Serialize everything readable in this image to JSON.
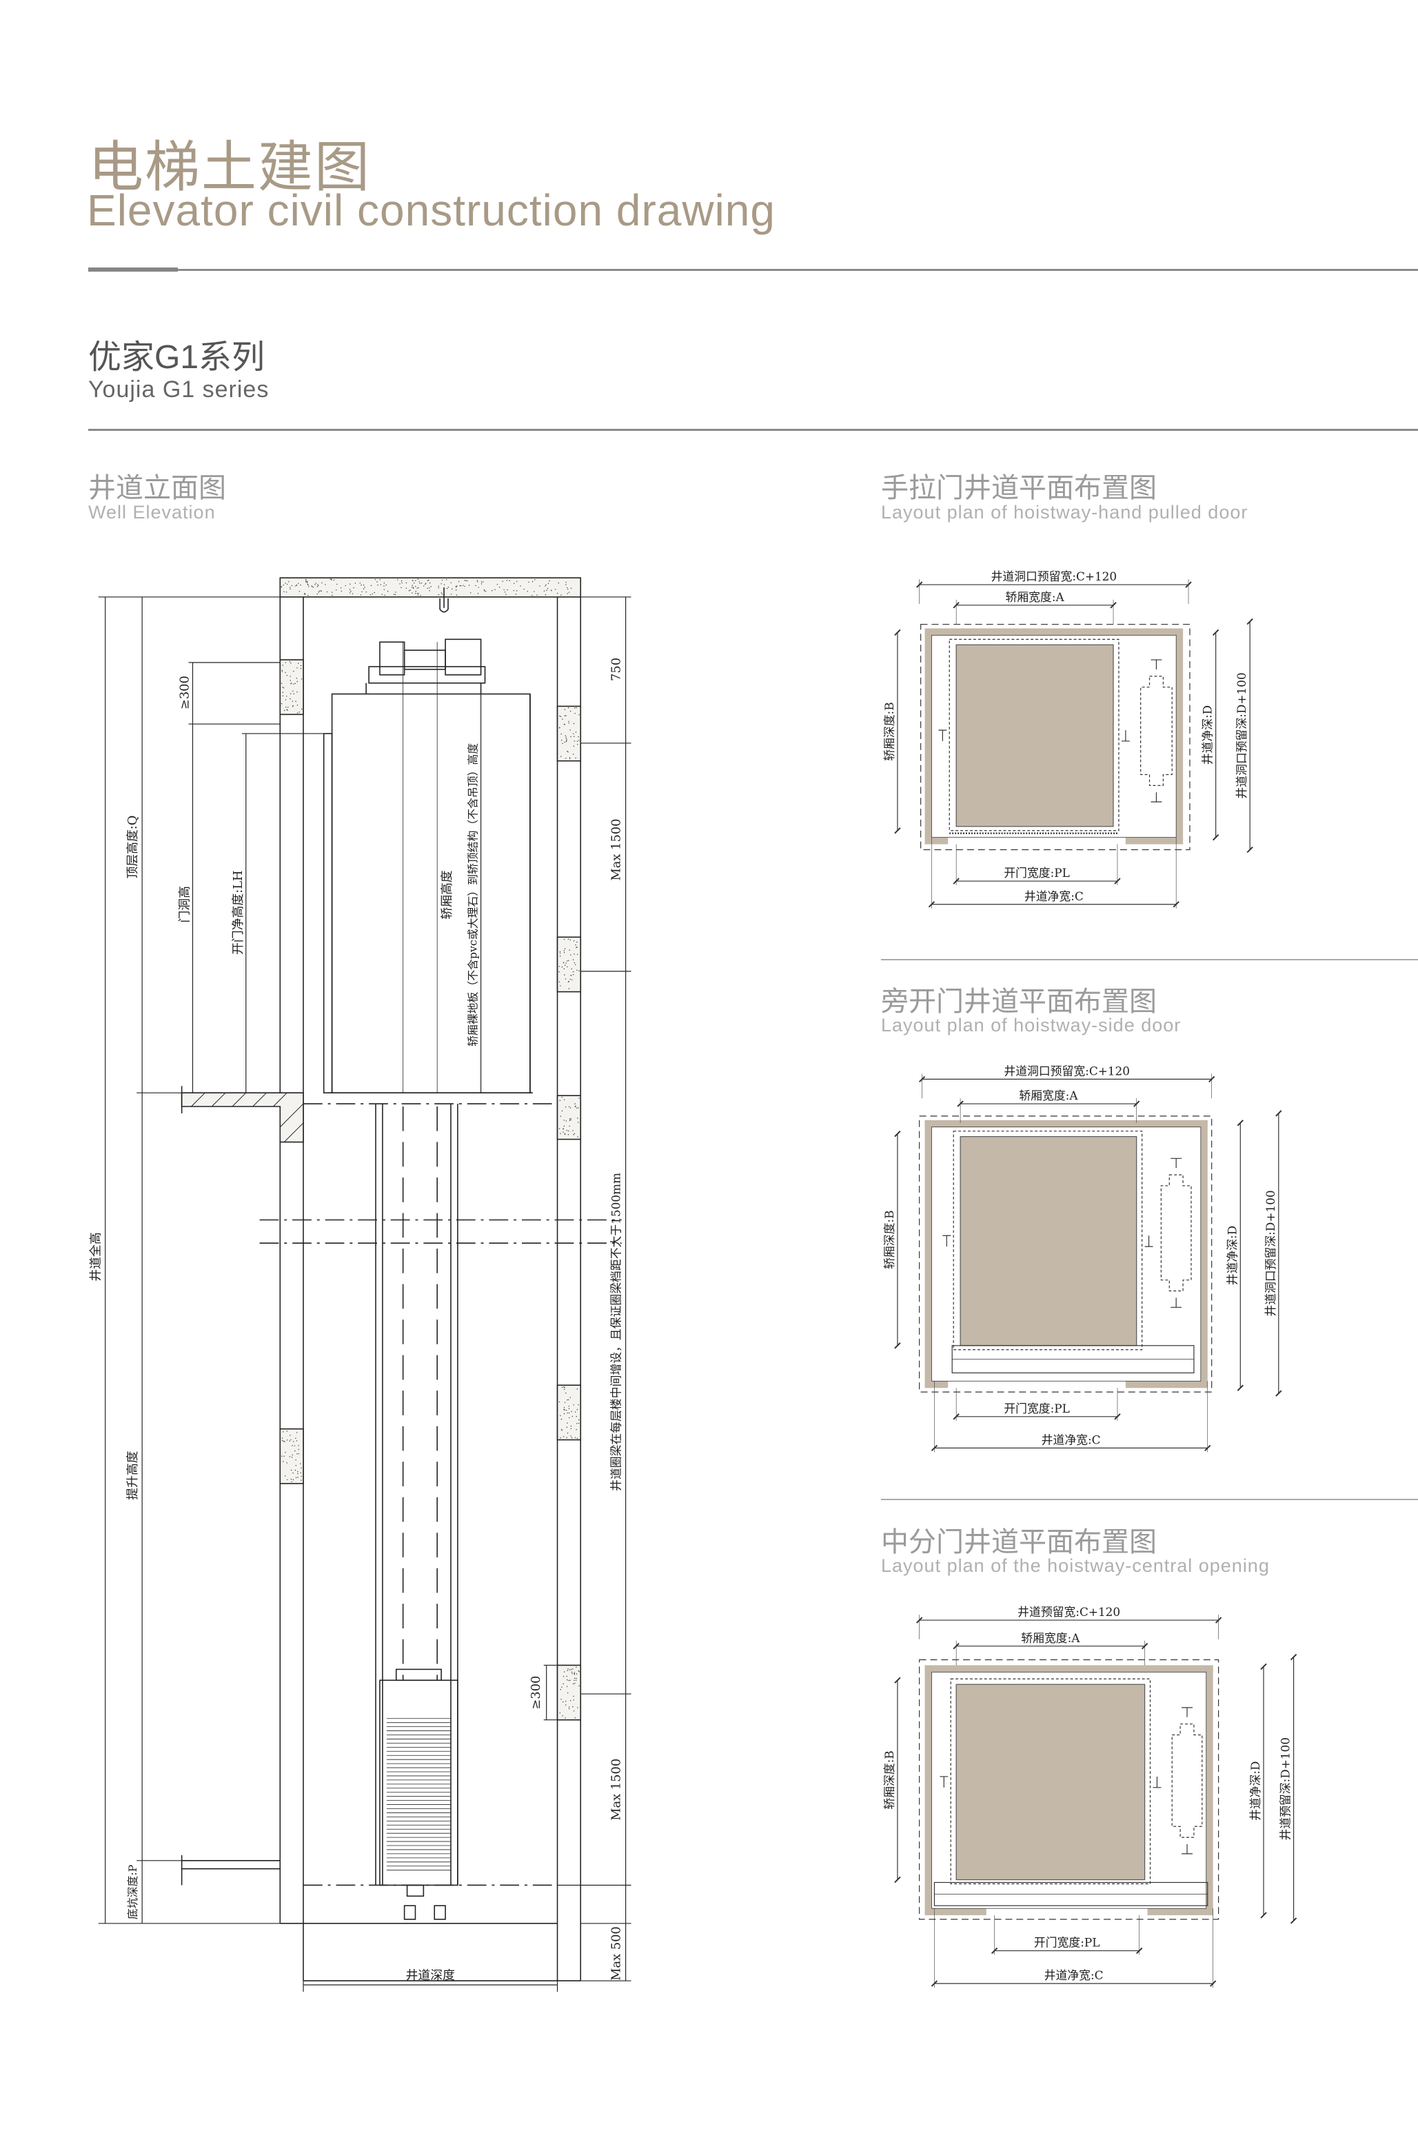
{
  "header": {
    "title_cn": "电梯土建图",
    "title_en": "Elevator civil construction drawing"
  },
  "series": {
    "name_cn": "优家G1系列",
    "name_en": "Youjia G1 series"
  },
  "sections": {
    "elevation": {
      "title_cn": "井道立面图",
      "title_en": "Well Elevation",
      "labels": {
        "total_height": "井道全高",
        "top_floor_height": "顶层高度:Q",
        "min_300_top": "≥300",
        "door_opening_height": "门洞高",
        "door_clear_height": "开门净高度:LH",
        "car_height": "轿厢高度",
        "car_height_note": "轿厢裸地板（不含pvc或大理石）到轿顶结构（不含吊顶）高度",
        "travel_height": "提升高度",
        "pit_depth": "底坑深度:P",
        "dim_750": "750",
        "max_1500_top": "Max 1500",
        "ring_beam_note": "井道圈梁在每层楼中间增设，且保证圈梁档距不大于1500mm",
        "min_300_bottom": "≥300",
        "max_1500_bottom": "Max 1500",
        "max_500": "Max 500",
        "shaft_depth": "井道深度"
      }
    },
    "hand_pulled": {
      "title_cn": "手拉门井道平面布置图",
      "title_en": "Layout plan of hoistway-hand pulled door",
      "labels": {
        "opening_width": "井道洞口预留宽:C+120",
        "car_width": "轿厢宽度:A",
        "car_depth": "轿厢深度:B",
        "clear_depth": "井道净深:D",
        "opening_depth": "井道洞口预留深:D+100",
        "door_width": "开门宽度:PL",
        "clear_width": "井道净宽:C"
      }
    },
    "side_door": {
      "title_cn": "旁开门井道平面布置图",
      "title_en": "Layout plan of hoistway-side door",
      "labels": {
        "opening_width": "井道洞口预留宽:C+120",
        "car_width": "轿厢宽度:A",
        "car_depth": "轿厢深度:B",
        "clear_depth": "井道净深:D",
        "opening_depth": "井道洞口预留深:D+100",
        "door_width": "开门宽度:PL",
        "clear_width": "井道净宽:C"
      }
    },
    "central": {
      "title_cn": "中分门井道平面布置图",
      "title_en": "Layout plan of the hoistway-central opening",
      "labels": {
        "opening_width": "井道预留宽:C+120",
        "car_width": "轿厢宽度:A",
        "car_depth": "轿厢深度:B",
        "clear_depth": "井道净深:D",
        "opening_depth": "井道预留深:D+100",
        "door_width": "开门宽度:PL",
        "clear_width": "井道净宽:C"
      }
    }
  },
  "colors": {
    "title": "#a89a86",
    "wall_fill": "#c4b8a8",
    "car_fill": "#c4b8a8",
    "line": "#222222"
  }
}
